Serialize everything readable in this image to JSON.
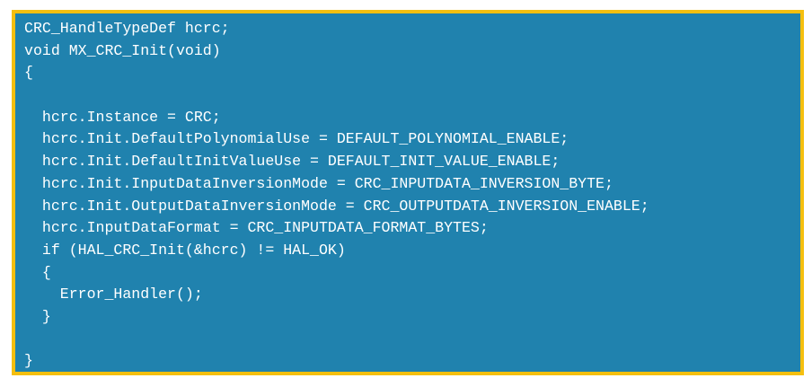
{
  "colors": {
    "background": "#2082ae",
    "border": "#f5bf0f",
    "text": "#ffffff"
  },
  "code": {
    "language": "c",
    "lines": [
      "CRC_HandleTypeDef hcrc;",
      "void MX_CRC_Init(void)",
      "{",
      "",
      "  hcrc.Instance = CRC;",
      "  hcrc.Init.DefaultPolynomialUse = DEFAULT_POLYNOMIAL_ENABLE;",
      "  hcrc.Init.DefaultInitValueUse = DEFAULT_INIT_VALUE_ENABLE;",
      "  hcrc.Init.InputDataInversionMode = CRC_INPUTDATA_INVERSION_BYTE;",
      "  hcrc.Init.OutputDataInversionMode = CRC_OUTPUTDATA_INVERSION_ENABLE;",
      "  hcrc.InputDataFormat = CRC_INPUTDATA_FORMAT_BYTES;",
      "  if (HAL_CRC_Init(&hcrc) != HAL_OK)",
      "  {",
      "    Error_Handler();",
      "  }",
      "",
      "}"
    ]
  }
}
